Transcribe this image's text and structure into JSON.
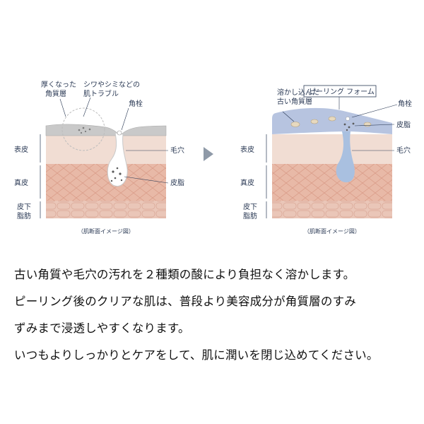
{
  "diagram": {
    "before": {
      "labels": {
        "thick_stratum": [
          "厚くなった",
          "角質層"
        ],
        "skin_trouble": [
          "シワやシミなどの",
          "肌トラブル"
        ],
        "keratin_plug": "角栓",
        "pore": "毛穴",
        "sebum": "皮脂",
        "epidermis": "表皮",
        "dermis": "真皮",
        "subcutaneous": [
          "皮下",
          "脂肪"
        ],
        "caption": "（肌断面イメージ図）"
      }
    },
    "after": {
      "labels": {
        "dissolved": [
          "溶かし込んだ",
          "古い角質層"
        ],
        "product": "ピーリング フォーム",
        "keratin_plug": "角栓",
        "sebum": "皮脂",
        "pore": "毛穴",
        "epidermis": "表皮",
        "dermis": "真皮",
        "subcutaneous": [
          "皮下",
          "脂肪"
        ],
        "caption": "（肌断面イメージ図）"
      }
    },
    "colors": {
      "navy": "#2b3a55",
      "stratum_gray": "#c8c8c8",
      "epidermis": "#f1ddd3",
      "dermis": "#e8b9a7",
      "fat": "#eac6b8",
      "foam": "#b7c4e0",
      "pore_blue": "#a9c0e0",
      "arrow_gray": "#8f9aa8"
    }
  },
  "description": [
    "古い角質や毛穴の汚れを２種類の酸により負担なく溶かします。",
    "ピーリング後のクリアな肌は、普段より美容成分が角質層のすみ",
    "ずみまで浸透しやすくなります。",
    "いつもよりしっかりとケアをして、肌に潤いを閉じ込めてください。"
  ]
}
